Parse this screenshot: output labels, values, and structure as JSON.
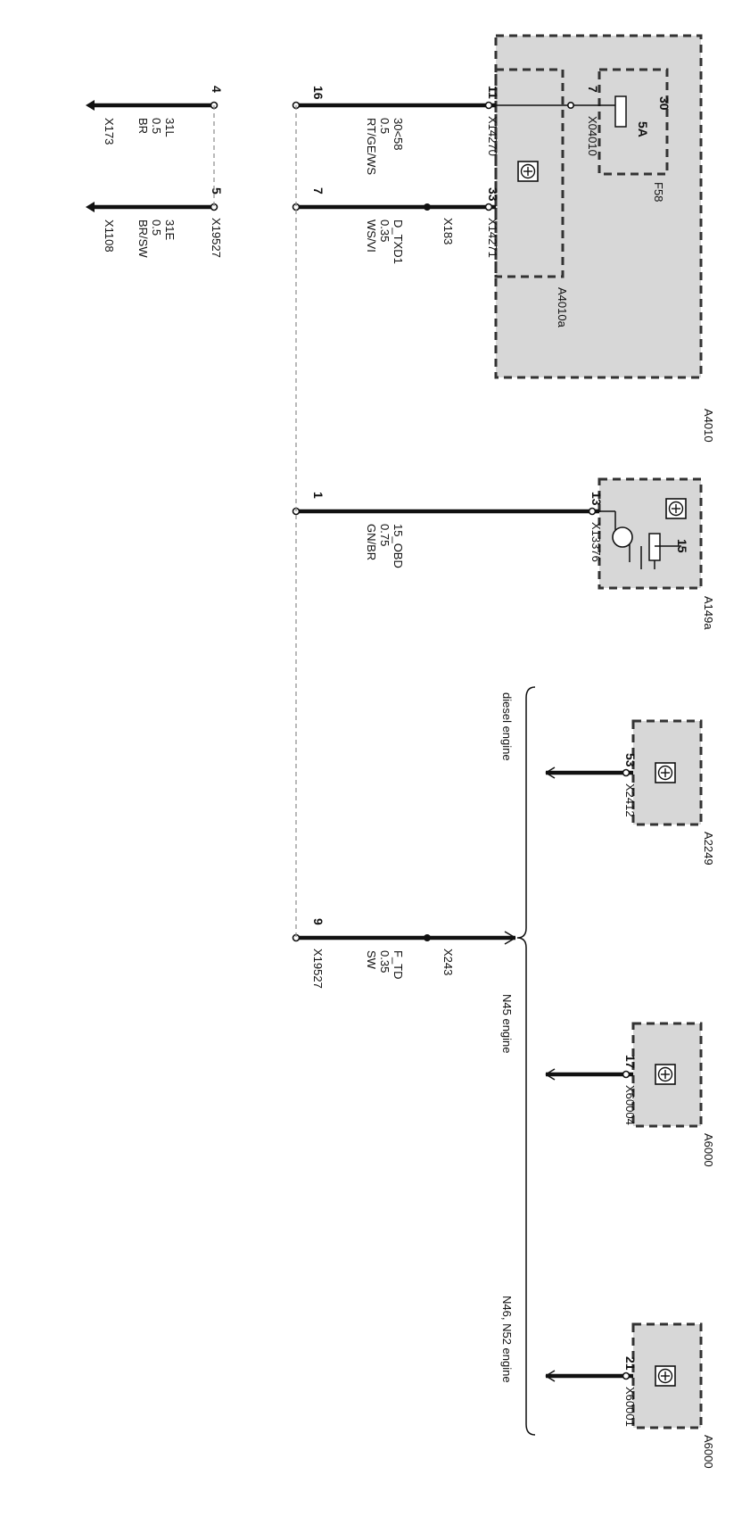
{
  "components": {
    "a4010": "A4010",
    "a4010a": "A4010a",
    "f58": "F58",
    "fuse_rating": "5A",
    "fuse_pin": "30",
    "a149a": "A149a",
    "a149a_pin": "15",
    "a2249": "A2249",
    "a6000_1": "A6000",
    "a6000_2": "A6000"
  },
  "connectors": {
    "x14270": "X14270",
    "x14271": "X14271",
    "x04010": "X04010",
    "x183": "X183",
    "x13376": "X13376",
    "x2412": "X2412",
    "x243": "X243",
    "x60004": "X60004",
    "x60001": "X60001",
    "x19527_top": "X19527",
    "x19527_bottom": "X19527",
    "x173": "X173",
    "x1108": "X1108"
  },
  "pins": {
    "p11": "11",
    "p33": "33",
    "p7_fuse": "7",
    "p16": "16",
    "p7_diag": "7",
    "p13": "13",
    "p1": "1",
    "p53": "53",
    "p17": "17",
    "p21": "21",
    "p9": "9",
    "p4": "4",
    "p5": "5"
  },
  "wires": {
    "w_30_58": {
      "signal": "30<58",
      "size": "0.5",
      "color": "RT/GE/WS"
    },
    "w_d_txd1": {
      "signal": "D_TXD1",
      "size": "0.35",
      "color": "WS/VI"
    },
    "w_15_obd": {
      "signal": "15_OBD",
      "size": "0.75",
      "color": "GN/BR"
    },
    "w_f_td": {
      "signal": "F_TD",
      "size": "0.35",
      "color": "SW"
    },
    "w_31l": {
      "signal": "31L",
      "size": "0.5",
      "color": "BR"
    },
    "w_31e": {
      "signal": "31E",
      "size": "0.5",
      "color": "BR/SW"
    }
  },
  "variants": {
    "diesel": "diesel engine",
    "n45": "N45 engine",
    "n46_n52": "N46, N52 engine"
  }
}
